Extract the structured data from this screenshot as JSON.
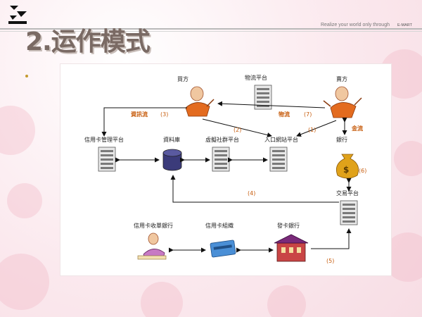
{
  "header": {
    "title": "2.运作模式",
    "tagline": "Realize your world only through",
    "brand": "E-MART"
  },
  "diagram": {
    "nodes": {
      "buyer": "買方",
      "logistics": "物流平台",
      "seller": "賣方",
      "card_mgmt": "信用卡管理平台",
      "database": "資料庫",
      "community": "虛擬社群平台",
      "portal": "入口網站平台",
      "bank": "銀行",
      "trade": "交易平台",
      "acquirer": "信用卡收單銀行",
      "card_org": "信用卡組織",
      "issuer": "發卡銀行"
    },
    "flows": {
      "info": "資訊流",
      "goods": "物流",
      "money": "金流"
    },
    "numbers": [
      "(1)",
      "(2)",
      "(3)",
      "(4)",
      "(5)",
      "(6)",
      "(7)"
    ]
  },
  "colors": {
    "title": "#7a6a64",
    "flow_label": "#c75d0e",
    "arrow": "#111111"
  }
}
